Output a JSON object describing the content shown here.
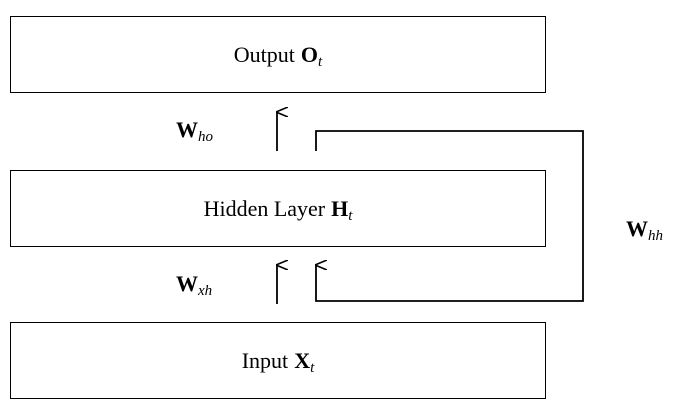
{
  "output": {
    "label": "Output",
    "symbol": "O",
    "subscript": "t"
  },
  "hidden": {
    "label": "Hidden Layer",
    "symbol": "H",
    "subscript": "t"
  },
  "input": {
    "label": "Input",
    "symbol": "X",
    "subscript": "t"
  },
  "weights": {
    "w_ho": {
      "symbol": "W",
      "subscript": "ho"
    },
    "w_xh": {
      "symbol": "W",
      "subscript": "xh"
    },
    "w_hh": {
      "symbol": "W",
      "subscript": "hh"
    }
  },
  "colors": {
    "line": "#000000",
    "background": "#ffffff"
  }
}
